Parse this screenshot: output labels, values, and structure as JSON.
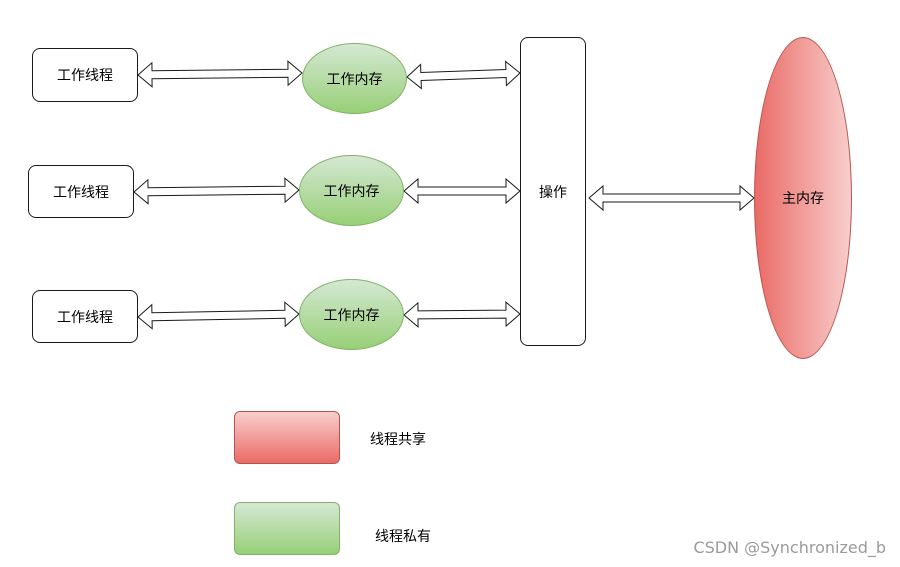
{
  "diagram": {
    "nodes": {
      "thread_1": "工作线程",
      "thread_2": "工作线程",
      "thread_3": "工作线程",
      "work_memory_1": "工作内存",
      "work_memory_2": "工作内存",
      "work_memory_3": "工作内存",
      "operation": "操作",
      "main_memory": "主内存"
    },
    "edges": [
      {
        "from": "thread_1",
        "to": "work_memory_1",
        "type": "bidirectional"
      },
      {
        "from": "thread_2",
        "to": "work_memory_2",
        "type": "bidirectional"
      },
      {
        "from": "thread_3",
        "to": "work_memory_3",
        "type": "bidirectional"
      },
      {
        "from": "work_memory_1",
        "to": "operation",
        "type": "bidirectional"
      },
      {
        "from": "work_memory_2",
        "to": "operation",
        "type": "bidirectional"
      },
      {
        "from": "work_memory_3",
        "to": "operation",
        "type": "bidirectional"
      },
      {
        "from": "operation",
        "to": "main_memory",
        "type": "bidirectional"
      }
    ]
  },
  "legend": {
    "shared_label": "线程共享",
    "private_label": "线程私有"
  },
  "colors": {
    "shared": "#ea6b66",
    "shared_light": "#f8cecc",
    "private": "#97d077",
    "private_light": "#d5e8d4"
  },
  "watermark": "CSDN @Synchronized_b"
}
